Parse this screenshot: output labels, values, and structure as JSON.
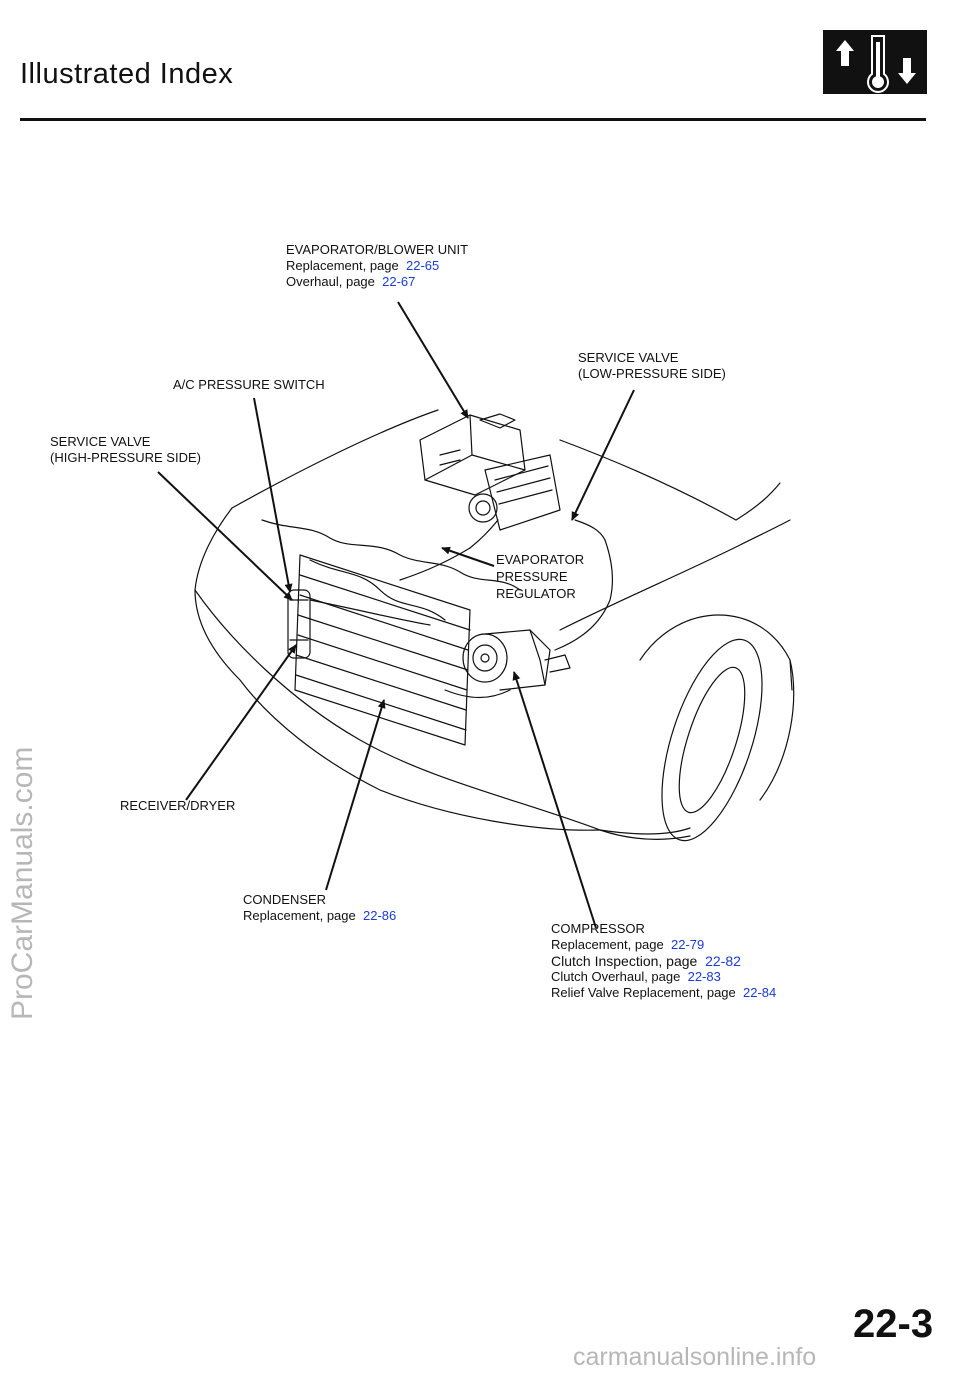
{
  "header": {
    "title": "Illustrated Index",
    "section_icon": "ac-thermometer-arrows-icon"
  },
  "callouts": {
    "evaporator": {
      "name": "EVAPORATOR/BLOWER UNIT",
      "items": [
        {
          "label": "Replacement, page",
          "ref": "22-65"
        },
        {
          "label": "Overhaul, page",
          "ref": "22-67"
        }
      ]
    },
    "service_valve_low": {
      "line1": "SERVICE VALVE",
      "line2": "(LOW-PRESSURE SIDE)"
    },
    "pressure_switch": {
      "name": "A/C PRESSURE SWITCH"
    },
    "service_valve_high": {
      "line1": "SERVICE VALVE",
      "line2": "(HIGH-PRESSURE SIDE)"
    },
    "regulator": {
      "line1": "EVAPORATOR",
      "line2": "PRESSURE",
      "line3": "REGULATOR"
    },
    "receiver": {
      "name": "RECEIVER/DRYER"
    },
    "condenser": {
      "name": "CONDENSER",
      "items": [
        {
          "label": "Replacement, page",
          "ref": "22-86"
        }
      ]
    },
    "compressor": {
      "name": "COMPRESSOR",
      "items": [
        {
          "label": "Replacement, page",
          "ref": "22-79"
        },
        {
          "label": "Clutch Inspection, page",
          "ref": "22-82"
        },
        {
          "label": "Clutch Overhaul, page",
          "ref": "22-83"
        },
        {
          "label": "Relief Valve Replacement, page",
          "ref": "22-84"
        }
      ]
    }
  },
  "watermarks": {
    "side": "ProCarManuals.com",
    "bottom": "carmanualsonline.info"
  },
  "page_number": "22-3"
}
